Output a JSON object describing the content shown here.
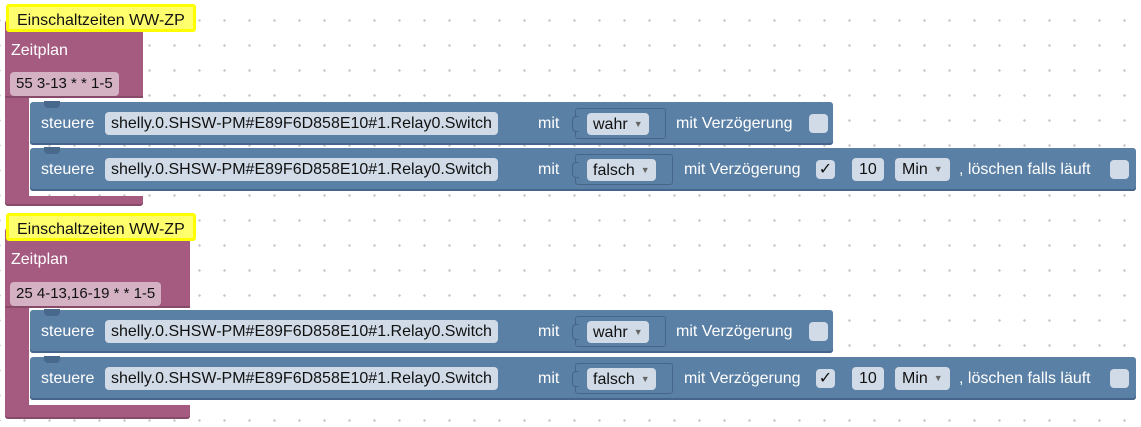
{
  "groups": [
    {
      "comment": "Einschaltzeiten WW-ZP",
      "title": "Zeitplan",
      "cron": "55 3-13 * * 1-5",
      "rows": [
        {
          "verb": "steuere",
          "oid": "shelly.0.SHSW-PM#E89F6D858E10#1.Relay0.Switch",
          "mit": "mit",
          "value": "wahr",
          "delay_label": "mit Verzögerung",
          "delay_checked": ""
        },
        {
          "verb": "steuere",
          "oid": "shelly.0.SHSW-PM#E89F6D858E10#1.Relay0.Switch",
          "mit": "mit",
          "value": "falsch",
          "delay_label": "mit Verzögerung",
          "delay_checked": "✓",
          "delay_value": "10",
          "delay_unit": "Min",
          "clear_label": ", löschen falls läuft",
          "clear_checked": ""
        }
      ]
    },
    {
      "comment": "Einschaltzeiten WW-ZP",
      "title": "Zeitplan",
      "cron": "25 4-13,16-19 * * 1-5",
      "rows": [
        {
          "verb": "steuere",
          "oid": "shelly.0.SHSW-PM#E89F6D858E10#1.Relay0.Switch",
          "mit": "mit",
          "value": "wahr",
          "delay_label": "mit Verzögerung",
          "delay_checked": ""
        },
        {
          "verb": "steuere",
          "oid": "shelly.0.SHSW-PM#E89F6D858E10#1.Relay0.Switch",
          "mit": "mit",
          "value": "falsch",
          "delay_label": "mit Verzögerung",
          "delay_checked": "✓",
          "delay_value": "10",
          "delay_unit": "Min",
          "clear_label": ", löschen falls läuft",
          "clear_checked": ""
        }
      ]
    }
  ],
  "icons": {
    "dropdown": "triangle-down-icon",
    "check": "checkmark-icon"
  },
  "colors": {
    "schedule_block": "#a55b80",
    "action_block": "#5b80a5",
    "comment_bg": "#ffff6e",
    "comment_border": "#ffff00",
    "field_bg": "#d0dbe7"
  }
}
